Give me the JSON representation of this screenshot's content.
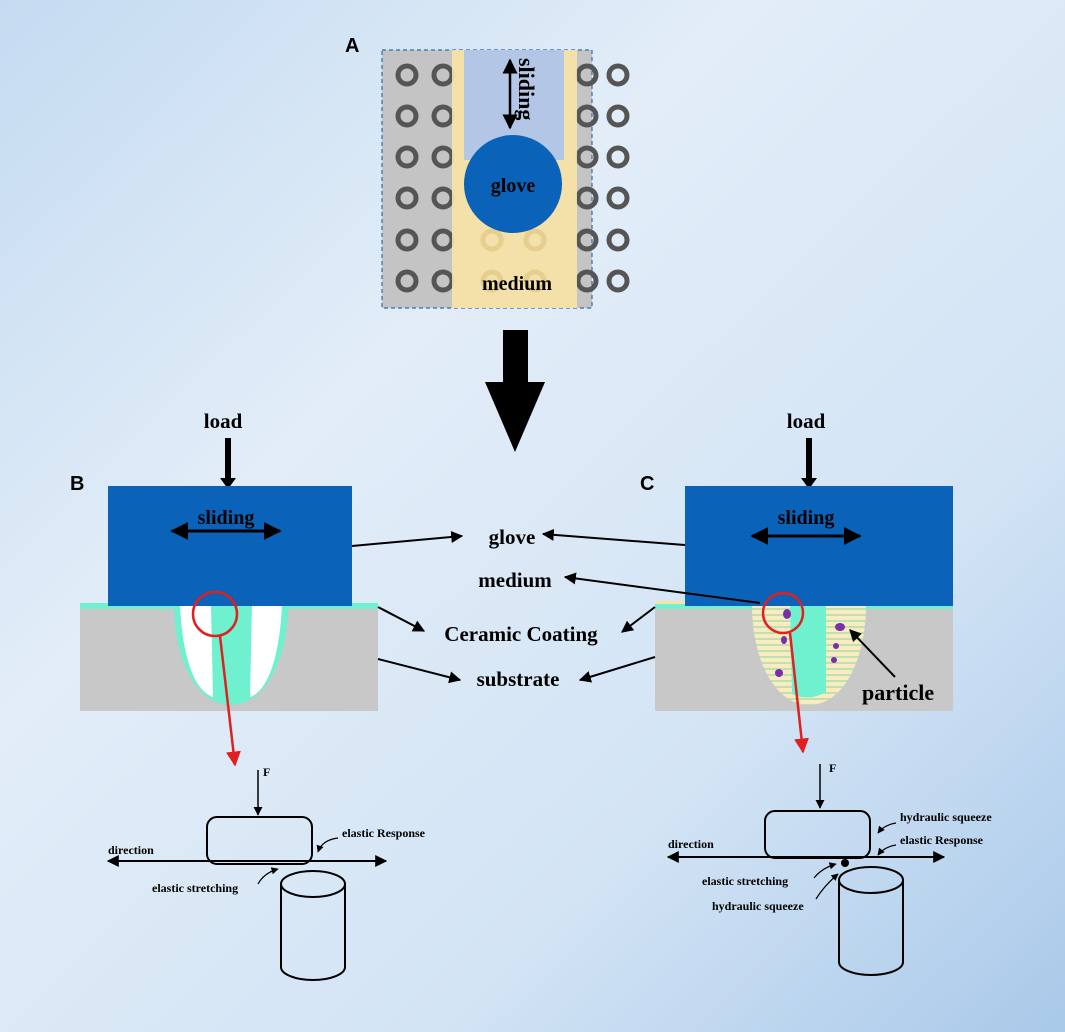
{
  "panels": {
    "a": "A",
    "b": "B",
    "c": "C"
  },
  "panel_a": {
    "sliding": "sliding",
    "glove": "glove",
    "medium": "medium"
  },
  "panel_b": {
    "load": "load",
    "sliding": "sliding"
  },
  "panel_c": {
    "load": "load",
    "sliding": "sliding",
    "particle": "particle"
  },
  "center_labels": {
    "glove": "glove",
    "medium": "medium",
    "ceramic": "Ceramic Coating",
    "substrate": "substrate"
  },
  "detail_b": {
    "force": "F",
    "direction": "direction",
    "elastic_response": "elastic Response",
    "elastic_stretching": "elastic stretching"
  },
  "detail_c": {
    "force": "F",
    "direction": "direction",
    "hydraulic_squeeze_top": "hydraulic squeeze",
    "elastic_response": "elastic Response",
    "elastic_stretching": "elastic stretching",
    "hydraulic_squeeze_bottom": "hydraulic squeeze"
  },
  "colors": {
    "glove_blue": "#0a63b8",
    "ceramic_green": "#6ff0cf",
    "substrate_gray": "#c8c8c8",
    "medium_yellow": "#f7e3a6",
    "particle_purple": "#7a2ea8",
    "highlight_red": "#e02020"
  }
}
